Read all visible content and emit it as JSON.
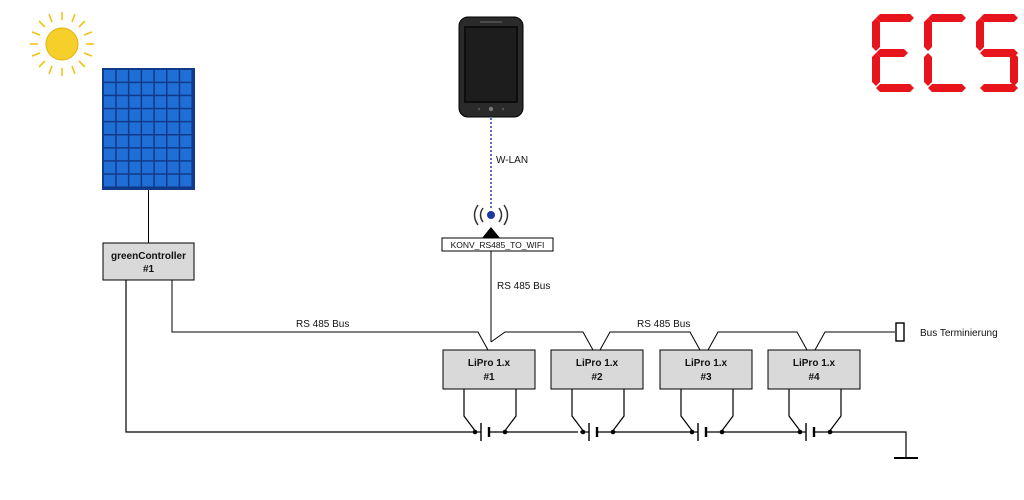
{
  "controller": {
    "name": "greenController",
    "number": "#1"
  },
  "converter": {
    "label": "KONV_RS485_TO_WIFI"
  },
  "labels": {
    "wlan": "W-LAN",
    "bus_vertical": "RS 485 Bus",
    "bus_left": "RS 485 Bus",
    "bus_right": "RS 485 Bus",
    "termination": "Bus Terminierung"
  },
  "logo": {
    "text": "ECS",
    "color": "#e8141c"
  },
  "modules": [
    {
      "name": "LiPro 1.x",
      "number": "#1"
    },
    {
      "name": "LiPro 1.x",
      "number": "#2"
    },
    {
      "name": "LiPro 1.x",
      "number": "#3"
    },
    {
      "name": "LiPro 1.x",
      "number": "#4"
    }
  ],
  "colors": {
    "box_fill": "#d9d9d9",
    "panel_cell": "#1f6fd6",
    "sun": "#f6cf2a",
    "wlan_line": "#2a4bb8"
  }
}
